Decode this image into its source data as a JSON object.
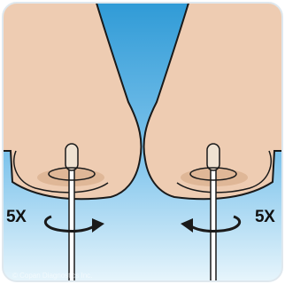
{
  "illustration": {
    "description_icon": "nasal-swab-illustration",
    "left_rotation_label": "5X",
    "right_rotation_label": "5X",
    "copyright": "© Copan Diagnostics Inc."
  },
  "colors": {
    "sky_top": "#2e9ad6",
    "sky_bottom": "#e9f6fc",
    "skin": "#eeccb2",
    "skin_shade": "#d9ae8c",
    "outline": "#1a1a1a",
    "swab_tip": "#efe2d2"
  }
}
